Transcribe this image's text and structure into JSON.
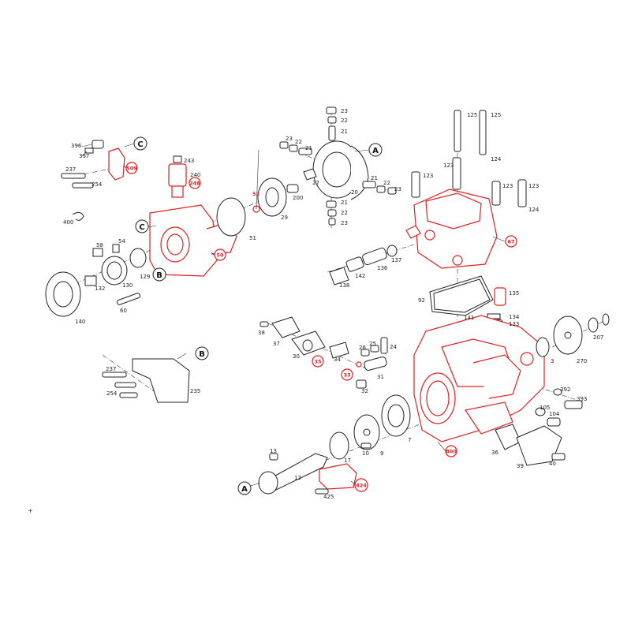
{
  "labels": {
    "l396": "396",
    "l397": "397",
    "l237a": "237",
    "l254a": "254",
    "l509": "509",
    "l243": "243",
    "l240": "240",
    "l248": "248",
    "l400": "400",
    "l58": "58",
    "l54": "54",
    "l130": "130",
    "l129": "129",
    "l132": "132",
    "l140": "140",
    "l60": "60",
    "l50": "50",
    "l52": "52",
    "l51": "51",
    "l29": "29",
    "l200": "200",
    "l23a": "23",
    "l22a": "22",
    "l21a": "21",
    "l23b": "23",
    "l22b": "22",
    "l21b": "21",
    "l27": "27",
    "l20": "20",
    "l21c": "21",
    "l22c": "22",
    "l23c": "23",
    "l21d": "21",
    "l22d": "22",
    "l23d": "23",
    "l125a": "125",
    "l125b": "125",
    "l123a": "123",
    "l123b": "123",
    "l124a": "124",
    "l123c": "123",
    "l123d": "123",
    "l124b": "124",
    "l67": "67",
    "l137": "137",
    "l136": "136",
    "l142": "142",
    "l138": "138",
    "l92": "92",
    "l135": "135",
    "l141": "141",
    "l134": "134",
    "l133": "133",
    "l207": "207",
    "l38": "38",
    "l37": "37",
    "l30": "30",
    "l35": "35",
    "l34": "34",
    "l26": "26",
    "l25": "25",
    "l24": "24",
    "l33": "33",
    "l32": "32",
    "l31": "31",
    "l3": "3",
    "l270": "270",
    "l237b": "237",
    "l254b": "254",
    "l235": "235",
    "l392": "392",
    "l393": "393",
    "l105": "105",
    "l104": "104",
    "l13": "13",
    "l12": "12",
    "l17": "17",
    "l10": "10",
    "l9": "9",
    "l7": "7",
    "l800": "800",
    "l36": "36",
    "l39": "39",
    "l40": "40",
    "l424": "424",
    "l425": "425"
  },
  "callouts": {
    "c_top": "C",
    "c_mid": "C",
    "b_mid": "B",
    "b_left": "B",
    "a_top": "A",
    "a_bottom": "A"
  },
  "colors": {
    "highlight": "#e02020",
    "line": "#222222"
  }
}
